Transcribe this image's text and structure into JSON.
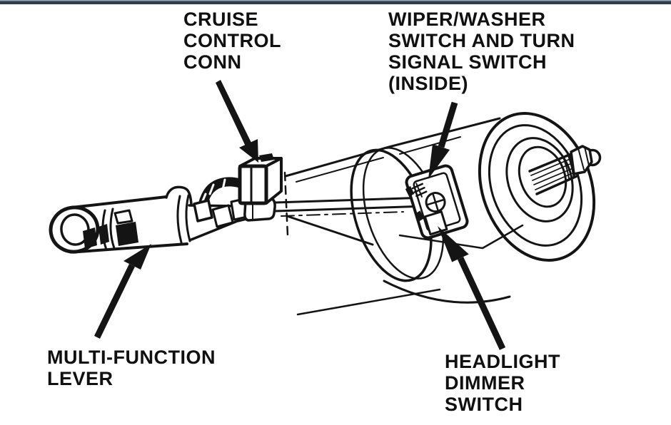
{
  "top_bar": {
    "color_main": "#2e3d4c",
    "color_highlight": "#9aa6b0"
  },
  "diagram": {
    "background": "#ffffff",
    "line_color": "#141414",
    "labels": {
      "cruise": {
        "text": "CRUISE\nCONTROL\nCONN"
      },
      "wiper": {
        "text": "WIPER/WASHER\nSWITCH AND TURN\nSIGNAL SWITCH\n(INSIDE)"
      },
      "multi": {
        "text": "MULTI-FUNCTION\nLEVER"
      },
      "headlight": {
        "text": "HEADLIGHT\nDIMMER\nSWITCH"
      }
    }
  }
}
